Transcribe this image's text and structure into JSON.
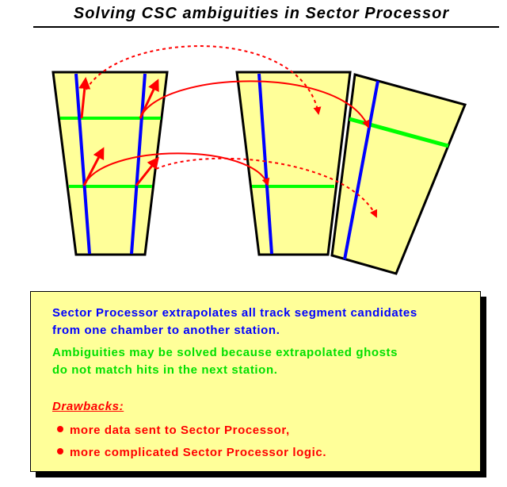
{
  "title": "Solving CSC ambiguities in Sector Processor",
  "colors": {
    "chamber_fill": "#ffff99",
    "track": "#0000ff",
    "hit_layer": "#00ff00",
    "extrapolation": "#ff0000"
  },
  "text_box": {
    "blue_lines": [
      "Sector Processor extrapolates all track segment candidates",
      "from one chamber to another station."
    ],
    "green_lines": [
      "Ambiguities may be solved because extrapolated ghosts",
      "do not match hits in the next station."
    ],
    "drawbacks_heading": "Drawbacks:",
    "drawbacks": [
      "more data sent to Sector Processor,",
      "more complicated Sector Processor logic."
    ]
  }
}
